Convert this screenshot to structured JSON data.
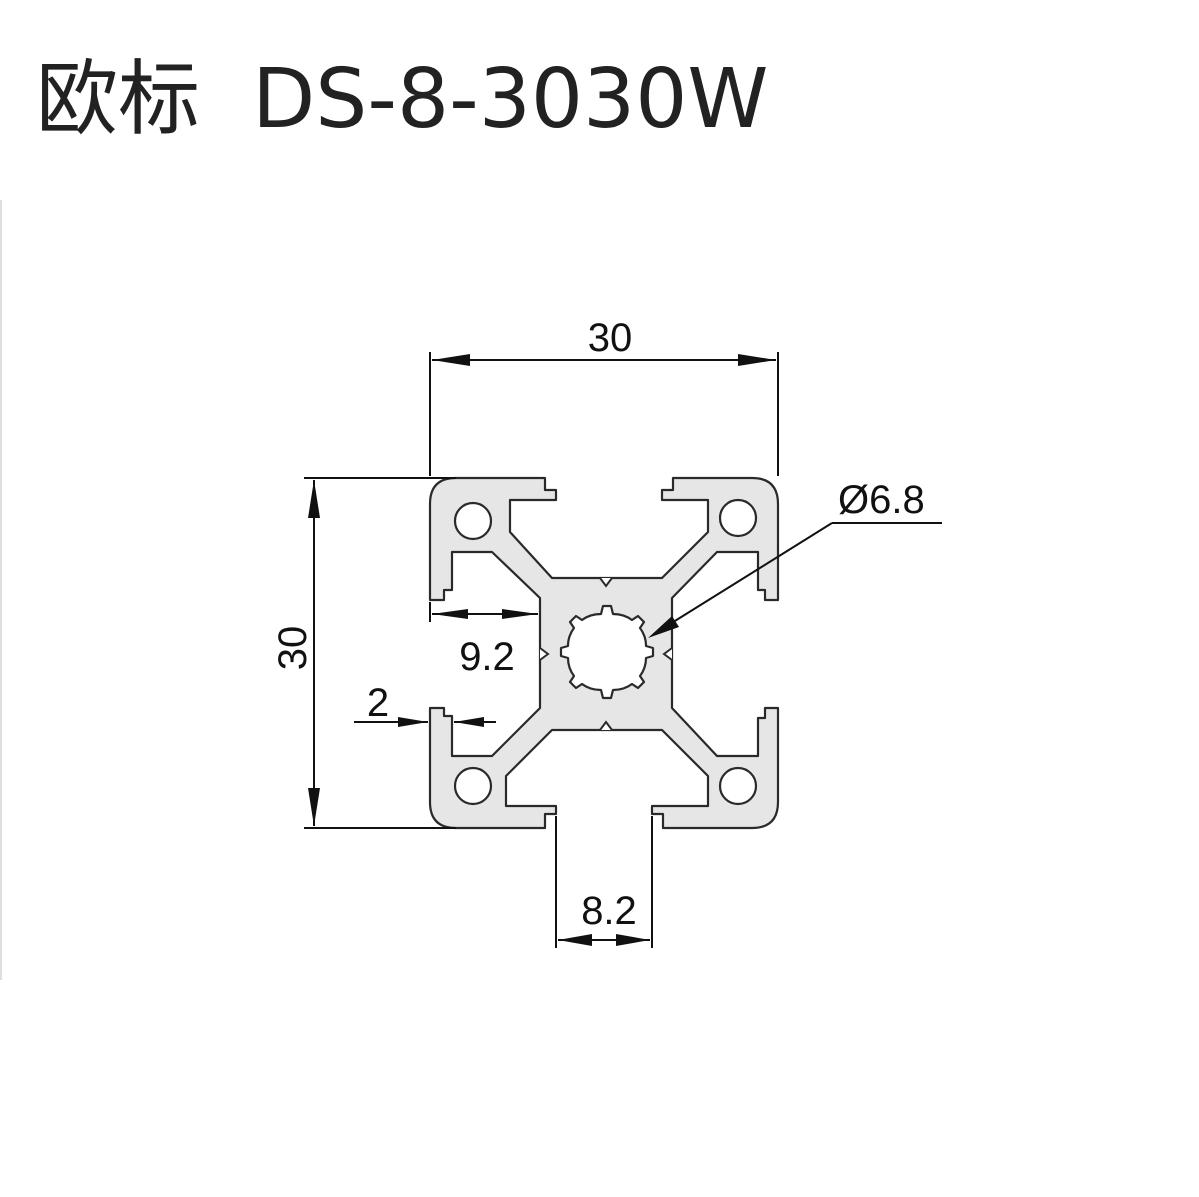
{
  "title": {
    "prefix": "欧标",
    "model": "DS-8-3030W"
  },
  "dimensions": {
    "width": "30",
    "height": "30",
    "center_bore": "Ø6.8",
    "side_offset": "9.2",
    "wall": "2",
    "slot_width": "8.2"
  },
  "colors": {
    "profile_fill": "#e6e6e6",
    "outline": "#2a2a2a",
    "text": "#222222"
  }
}
